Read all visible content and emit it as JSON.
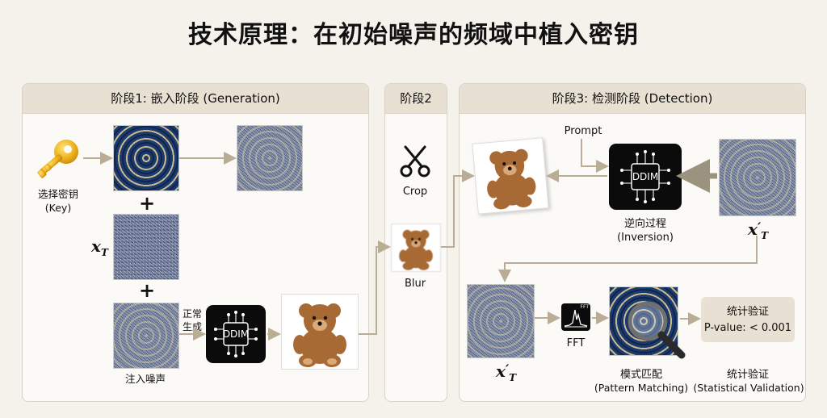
{
  "title": "技术原理：在初始噪声的频域中植入密钥",
  "stage1": {
    "header": "阶段1: 嵌入阶段 (Generation)",
    "key_label_cn": "选择密钥",
    "key_label_en": "(Key)",
    "plus": "+",
    "xT_symbol": "x",
    "xT_sub": "T",
    "normal_gen_1": "正常",
    "normal_gen_2": "生成",
    "ddim_label": "DDIM",
    "inject_label": "注入噪声"
  },
  "stage2": {
    "header": "阶段2",
    "crop_label": "Crop",
    "blur_label": "Blur"
  },
  "stage3": {
    "header": "阶段3: 检测阶段 (Detection)",
    "prompt_label": "Prompt",
    "ddim_label": "DDIM",
    "inversion_cn": "逆向过程",
    "inversion_en": "(Inversion)",
    "xTp_symbol": "x",
    "xTp_sup": "′",
    "xTp_sub": "T",
    "fft_label": "FFT",
    "fft_icon_text": "FFT",
    "pattern_cn": "模式匹配",
    "pattern_en": "(Pattern Matching)",
    "stat_title": "统计验证",
    "stat_value": "P-value: < 0.001",
    "stat_cn": "统计验证",
    "stat_en": "(Statistical Validation)"
  },
  "colors": {
    "accent": "#e8e1d3",
    "arrow": "#b9ad96",
    "ddim_bg": "#0b0b0b"
  },
  "icons": [
    "key-icon",
    "scissors-icon",
    "chip-icon",
    "fft-chart-icon",
    "magnifier-icon",
    "teddy-bear-image"
  ]
}
